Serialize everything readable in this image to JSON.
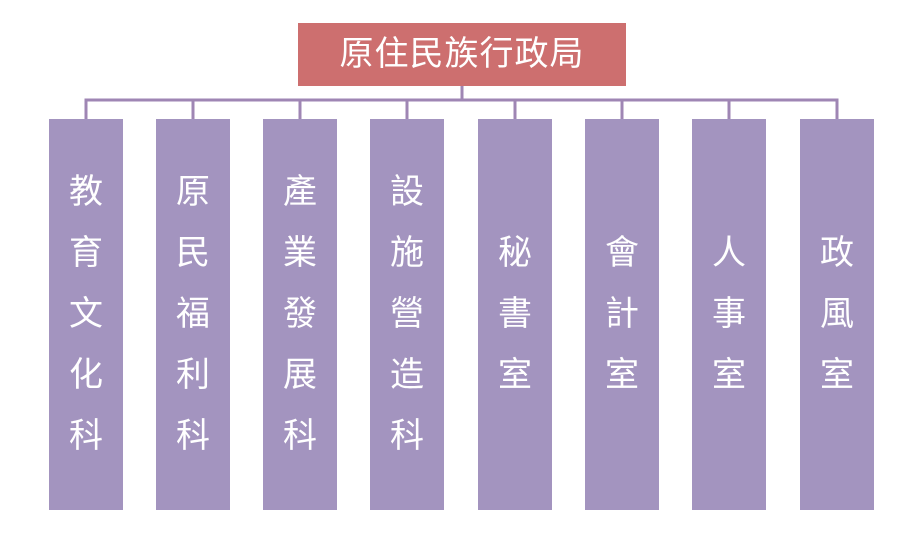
{
  "colors": {
    "root_fill": "#cd6f6f",
    "dept_fill": "#a394bf",
    "connector": "#9f86b4",
    "text": "#ffffff"
  },
  "root": {
    "label": "原住民族行政局"
  },
  "departments": [
    {
      "id": "education-culture",
      "label": "教育文化科",
      "chars": [
        "教",
        "育",
        "文",
        "化",
        "科"
      ]
    },
    {
      "id": "indigenous-welfare",
      "label": "原民福利科",
      "chars": [
        "原",
        "民",
        "福",
        "利",
        "科"
      ]
    },
    {
      "id": "industry-development",
      "label": "產業發展科",
      "chars": [
        "產",
        "業",
        "發",
        "展",
        "科"
      ]
    },
    {
      "id": "facility-construction",
      "label": "設施營造科",
      "chars": [
        "設",
        "施",
        "營",
        "造",
        "科"
      ]
    },
    {
      "id": "secretariat",
      "label": "秘書室",
      "chars": [
        "秘",
        "書",
        "室"
      ]
    },
    {
      "id": "accounting",
      "label": "會計室",
      "chars": [
        "會",
        "計",
        "室"
      ]
    },
    {
      "id": "personnel",
      "label": "人事室",
      "chars": [
        "人",
        "事",
        "室"
      ]
    },
    {
      "id": "ethics",
      "label": "政風室",
      "chars": [
        "政",
        "風",
        "室"
      ]
    }
  ]
}
